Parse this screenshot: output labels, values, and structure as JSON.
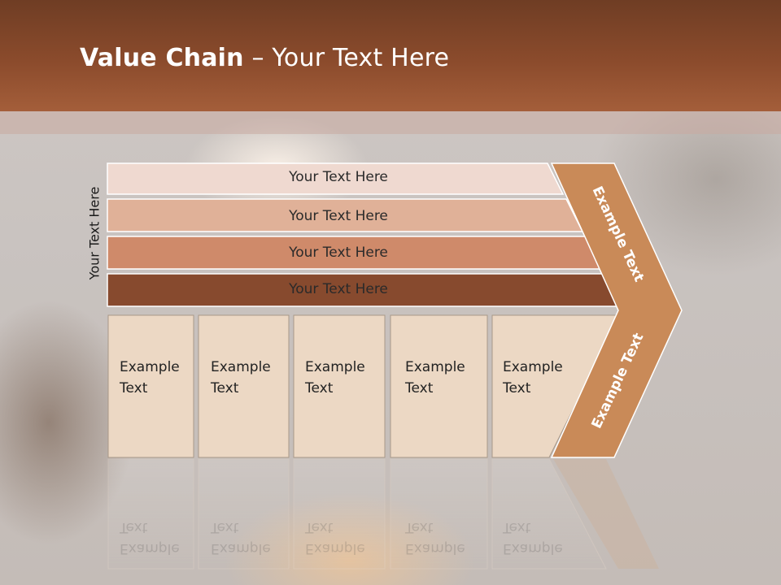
{
  "header": {
    "title_bold": "Value Chain",
    "title_rest": " – Your Text Here"
  },
  "side_label": "Your Text Here",
  "rows": [
    {
      "label": "Your Text Here",
      "color": "#efd9d0"
    },
    {
      "label": "Your Text Here",
      "color": "#e0b198"
    },
    {
      "label": "Your Text Here",
      "color": "#cf8a6a"
    },
    {
      "label": "Your Text Here",
      "color": "#874a2e"
    }
  ],
  "boxes": [
    {
      "label": "Example\nText"
    },
    {
      "label": "Example\nText"
    },
    {
      "label": "Example\nText"
    },
    {
      "label": "Example\nText"
    },
    {
      "label": "Example\nText"
    }
  ],
  "chevron": {
    "upper": "Example Text",
    "lower": "Example Text",
    "color": "#c98a58"
  },
  "colors": {
    "box_fill": "#ecd8c4",
    "header": "#8b4b2c"
  }
}
